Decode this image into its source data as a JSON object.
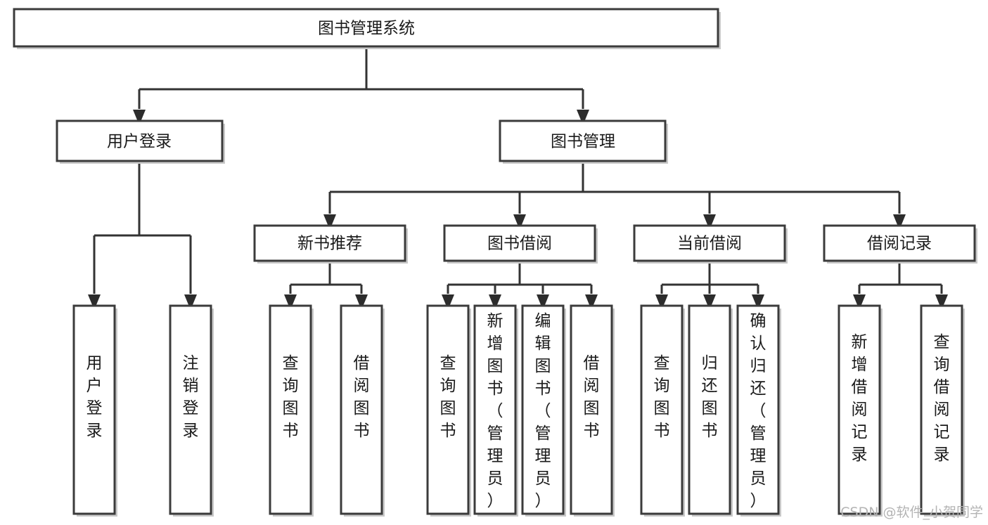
{
  "diagram": {
    "title": "图书管理系统",
    "type": "tree-hierarchy",
    "orientation": "top-down",
    "background_color": "#ffffff",
    "box_stroke_color": "#3b3b3b",
    "line_color": "#333333",
    "text_color": "#1a1a1a"
  },
  "watermark": {
    "text": "CSDN @软件_小贺同学",
    "color": "#b4b4b4"
  },
  "nodes": {
    "root": {
      "id": "n0",
      "label": "图书管理系统",
      "level": 0,
      "orientation": "horizontal"
    },
    "level1": [
      {
        "id": "n1",
        "label": "用户登录",
        "level": 1,
        "orientation": "horizontal"
      },
      {
        "id": "n2",
        "label": "图书管理",
        "level": 1,
        "orientation": "horizontal"
      }
    ],
    "level2": [
      {
        "id": "n3",
        "label": "新书推荐",
        "level": 2,
        "orientation": "horizontal",
        "parent": "n2"
      },
      {
        "id": "n4",
        "label": "图书借阅",
        "level": 2,
        "orientation": "horizontal",
        "parent": "n2"
      },
      {
        "id": "n5",
        "label": "当前借阅",
        "level": 2,
        "orientation": "horizontal",
        "parent": "n2"
      },
      {
        "id": "n6",
        "label": "借阅记录",
        "level": 2,
        "orientation": "horizontal",
        "parent": "n2"
      }
    ],
    "leaves": [
      {
        "id": "l1",
        "label": "用户登录",
        "parent": "n1",
        "orientation": "vertical"
      },
      {
        "id": "l2",
        "label": "注销登录",
        "parent": "n1",
        "orientation": "vertical"
      },
      {
        "id": "l3",
        "label": "查询图书",
        "parent": "n3",
        "orientation": "vertical"
      },
      {
        "id": "l4",
        "label": "借阅图书",
        "parent": "n3",
        "orientation": "vertical"
      },
      {
        "id": "l5",
        "label": "查询图书",
        "parent": "n4",
        "orientation": "vertical"
      },
      {
        "id": "l6",
        "label": "新增图书（管理员）",
        "parent": "n4",
        "orientation": "vertical"
      },
      {
        "id": "l7",
        "label": "编辑图书（管理员）",
        "parent": "n4",
        "orientation": "vertical"
      },
      {
        "id": "l8",
        "label": "借阅图书",
        "parent": "n4",
        "orientation": "vertical"
      },
      {
        "id": "l9",
        "label": "查询图书",
        "parent": "n5",
        "orientation": "vertical"
      },
      {
        "id": "l10",
        "label": "归还图书",
        "parent": "n5",
        "orientation": "vertical"
      },
      {
        "id": "l11",
        "label": "确认归还（管理员）",
        "parent": "n5",
        "orientation": "vertical"
      },
      {
        "id": "l12",
        "label": "新增借阅记录",
        "parent": "n6",
        "orientation": "vertical"
      },
      {
        "id": "l13",
        "label": "查询借阅记录",
        "parent": "n6",
        "orientation": "vertical"
      }
    ]
  }
}
